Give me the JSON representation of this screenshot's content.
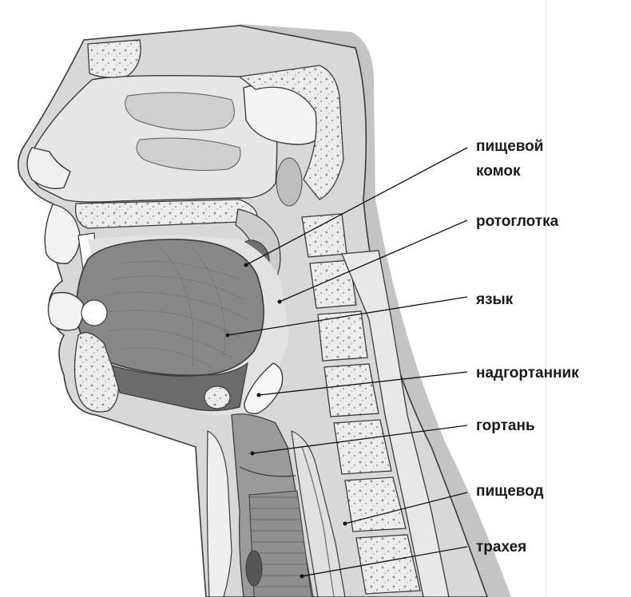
{
  "labels": {
    "food_bolus_line1": "пищевой",
    "food_bolus_line2": "комок",
    "oropharynx": "ротоглотка",
    "tongue": "язык",
    "epiglottis": "надгортанник",
    "larynx": "гортань",
    "esophagus": "пищевод",
    "trachea": "трахея"
  },
  "colors": {
    "skin": "#d9d9d9",
    "back_shade": "#c2c2c2",
    "tissue": "#e8e8e8",
    "bone": "#f2f2f2",
    "tongue": "#8a8a8a",
    "outline": "#3a3a3a",
    "leader": "#111111"
  }
}
